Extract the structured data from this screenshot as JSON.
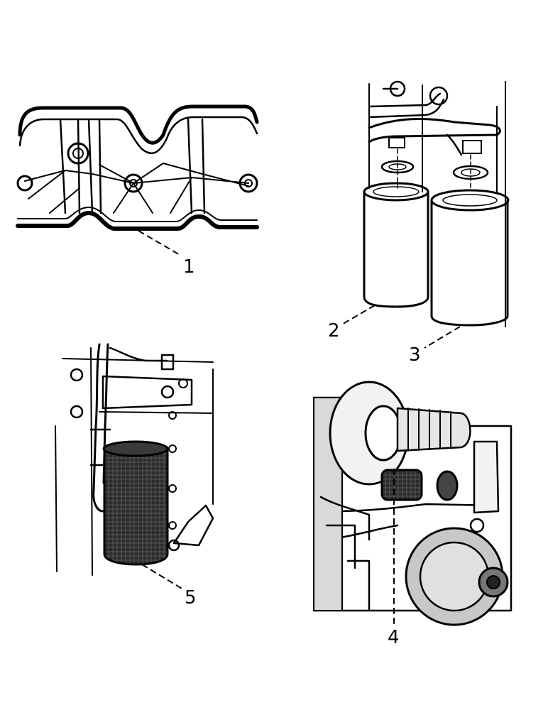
{
  "callouts": {
    "c1": "1",
    "c2": "2",
    "c3": "3",
    "c4": "4",
    "c5": "5"
  },
  "colors": {
    "ink": "#000000",
    "paper": "#ffffff",
    "filter_dark": "#1e1e1e",
    "shade": "#777777"
  }
}
